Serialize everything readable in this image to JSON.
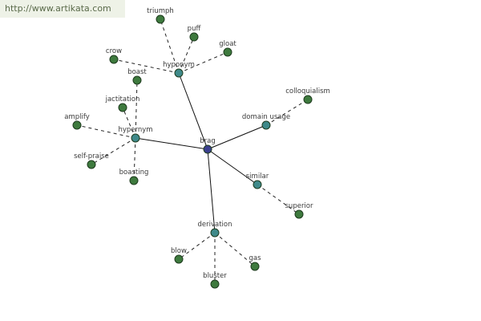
{
  "watermark": {
    "text": "http://www.artikata.com"
  },
  "colors": {
    "root": "#3b3f8f",
    "relation": "#3f8a8a",
    "leaf": "#3e7a3e",
    "node_stroke": "#1e3b1e"
  },
  "graph": {
    "root": "brag",
    "relations": [
      {
        "id": "hyponym",
        "label": "hyponym",
        "leaves": [
          "triumph",
          "puff",
          "gloat",
          "crow"
        ]
      },
      {
        "id": "hypernym",
        "label": "hypernym",
        "leaves": [
          "boast",
          "jactitation",
          "amplify",
          "self-praise",
          "boasting"
        ]
      },
      {
        "id": "domain-usage",
        "label": "domain usage",
        "leaves": [
          "colloquialism"
        ]
      },
      {
        "id": "similar",
        "label": "similar",
        "leaves": [
          "superior"
        ]
      },
      {
        "id": "derivation",
        "label": "derivation",
        "leaves": [
          "blow",
          "gas",
          "bluster"
        ]
      }
    ]
  }
}
